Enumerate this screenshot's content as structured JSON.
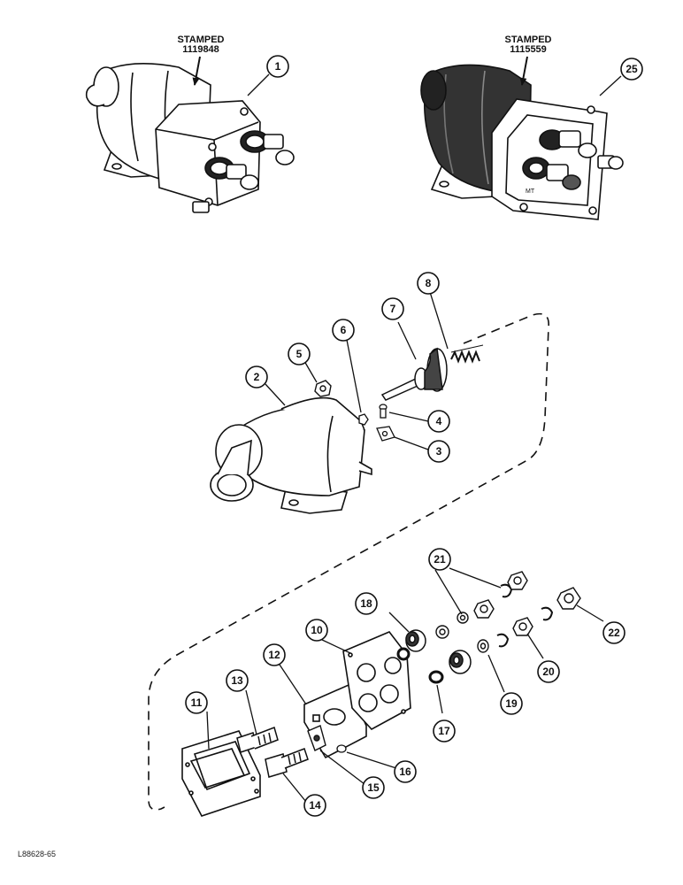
{
  "stamps": [
    {
      "label": "STAMPED",
      "number": "1119848"
    },
    {
      "label": "STAMPED",
      "number": "1115559"
    }
  ],
  "callouts": [
    "1",
    "25",
    "2",
    "3",
    "4",
    "5",
    "6",
    "7",
    "8",
    "10",
    "11",
    "12",
    "13",
    "14",
    "15",
    "16",
    "17",
    "18",
    "19",
    "20",
    "21",
    "22"
  ],
  "drawing_code": "L88628-65"
}
